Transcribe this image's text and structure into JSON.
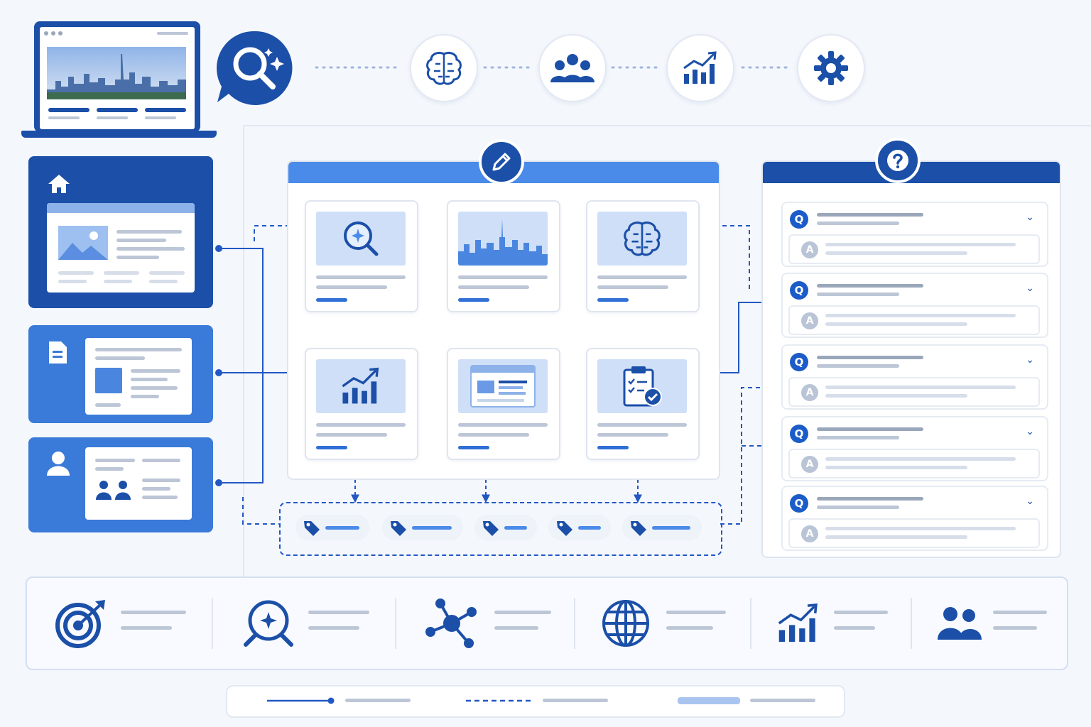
{
  "colors": {
    "primary": "#1b4fa8",
    "accent": "#2f6fd6",
    "light": "#cfdff7",
    "background": "#f4f7fc"
  },
  "top_flow": {
    "search_badge": "search-sparkle-icon",
    "steps": [
      "brain-icon",
      "users-icon",
      "growth-chart-icon",
      "gear-icon"
    ]
  },
  "left_panels": [
    {
      "icon": "home-icon"
    },
    {
      "icon": "document-icon"
    },
    {
      "icon": "user-icon"
    }
  ],
  "center_panel": {
    "header_icon": "pencil-icon",
    "cards": [
      "search-icon",
      "city-skyline",
      "brain-icon",
      "bar-chart-icon",
      "web-page-icon",
      "clipboard-check-icon"
    ],
    "tags": [
      "tag-icon",
      "tag-icon",
      "tag-icon",
      "tag-icon",
      "tag-icon"
    ]
  },
  "faq_panel": {
    "header_icon": "question-icon",
    "q_badge": "Q",
    "a_badge": "A",
    "items": [
      1,
      2,
      3,
      4,
      5
    ]
  },
  "feature_bar": [
    "target-icon",
    "search-sparkle-icon",
    "network-icon",
    "globe-icon",
    "growth-chart-icon",
    "users-icon"
  ],
  "legend": [
    "solid-line",
    "dashed-line",
    "highlight-bar"
  ]
}
